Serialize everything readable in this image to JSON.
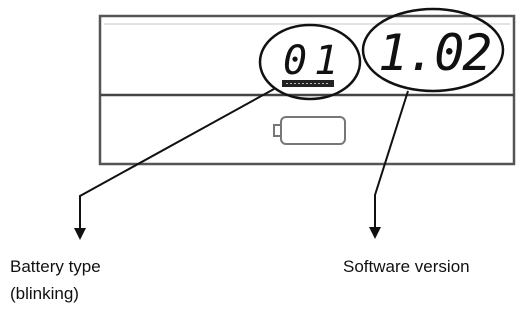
{
  "display": {
    "battery_code": "01",
    "software_version": "1.02"
  },
  "labels": {
    "battery_type_line1": "Battery type",
    "battery_type_line2": "(blinking)",
    "software_version": "Software version"
  }
}
